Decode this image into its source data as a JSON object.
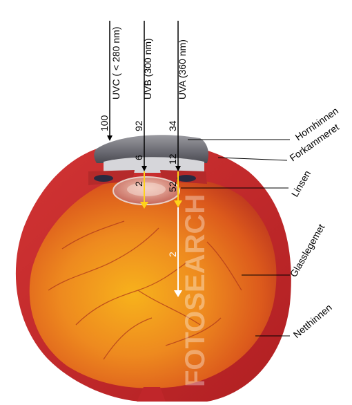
{
  "rays": [
    {
      "id": "uvc",
      "label": "UVC ( < 280 nm)",
      "value_top": "100"
    },
    {
      "id": "uvb",
      "label": "UVB (300 nm)",
      "value_top": "92",
      "value_cornea": "6",
      "value_lens": "2"
    },
    {
      "id": "uva",
      "label": "UVA (360 nm)",
      "value_top": "34",
      "value_cornea": "12",
      "value_lens": "52",
      "value_vitreous": "2"
    }
  ],
  "structures": [
    {
      "id": "hornhinnen",
      "label": "Hornhinnen"
    },
    {
      "id": "forkammeret",
      "label": "Forkammeret"
    },
    {
      "id": "linsen",
      "label": "Linsen"
    },
    {
      "id": "glasslegemet",
      "label": "Glasslegemet"
    },
    {
      "id": "netthinnen",
      "label": "Netthinnen"
    }
  ],
  "watermark": "FOTOSEARCH",
  "colors": {
    "arrow_black": "#000000",
    "arrow_yellow": "#ffd21a",
    "arrow_white": "#ffffff",
    "sclera": "#c8282a",
    "retina": "#e8641a"
  }
}
